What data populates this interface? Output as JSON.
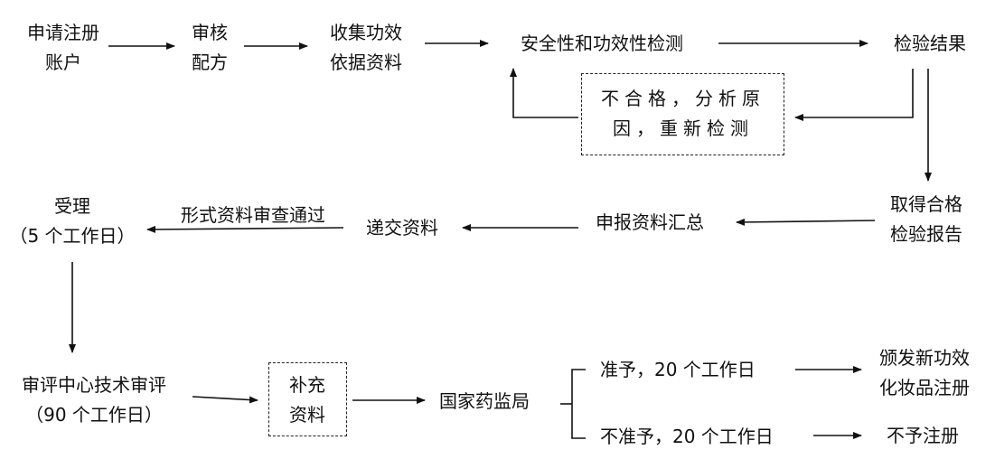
{
  "diagram": {
    "nodes": {
      "register_account": [
        "申请注册",
        "账户"
      ],
      "review_formula": [
        "审核",
        "配方"
      ],
      "collect_efficacy": [
        "收集功效",
        "依据资料"
      ],
      "safety_test": [
        "安全性和功效性检测"
      ],
      "test_result": [
        "检验结果"
      ],
      "fail_reanalyze": [
        "不合格，分析原",
        "因，重新检测"
      ],
      "obtain_report": [
        "取得合格",
        "检验报告"
      ],
      "summarize_materials": [
        "申报资料汇总"
      ],
      "submit_materials": [
        "递交资料"
      ],
      "accept": [
        "受理",
        "（5 个工作日）"
      ],
      "tech_review": [
        "审评中心技术审评",
        "（90 个工作日）"
      ],
      "supplement": [
        "补充",
        "资料"
      ],
      "nmpa": [
        "国家药监局"
      ],
      "approve": [
        "准予，20 个工作日"
      ],
      "reject": [
        "不准予，20 个工作日"
      ],
      "issue_cert": [
        "颁发新功效",
        "化妆品注册"
      ],
      "no_registration": [
        "不予注册"
      ]
    },
    "edge_labels": {
      "formal_review_pass": "形式资料审查通过"
    }
  }
}
